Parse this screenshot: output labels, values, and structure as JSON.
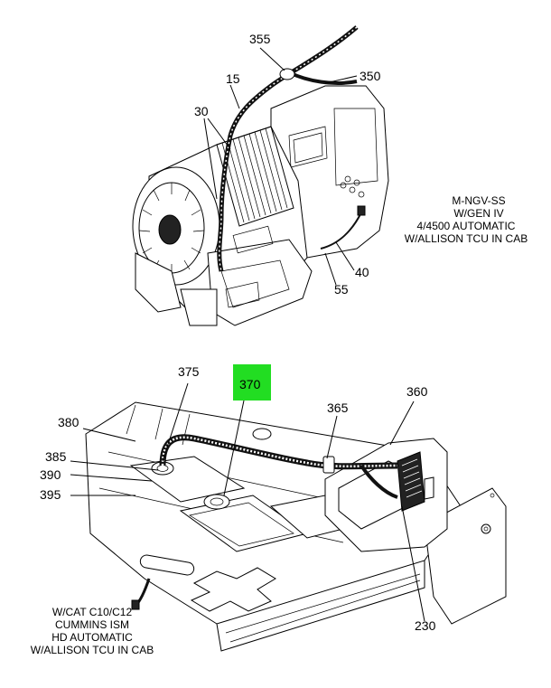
{
  "callouts": {
    "c355": "355",
    "c15": "15",
    "c350": "350",
    "c30": "30",
    "c40": "40",
    "c55": "55",
    "c375": "375",
    "c370": "370",
    "c365": "365",
    "c360": "360",
    "c380": "380",
    "c385": "385",
    "c390": "390",
    "c395": "395",
    "c230": "230"
  },
  "top_note": [
    "M-NGV-SS",
    "W/GEN IV",
    "4/4500 AUTOMATIC",
    "W/ALLISON TCU IN CAB"
  ],
  "bottom_note": [
    "W/CAT C10/C12",
    "CUMMINS ISM",
    "HD AUTOMATIC",
    "W/ALLISON TCU IN CAB"
  ],
  "highlight_color": "#22dd22"
}
